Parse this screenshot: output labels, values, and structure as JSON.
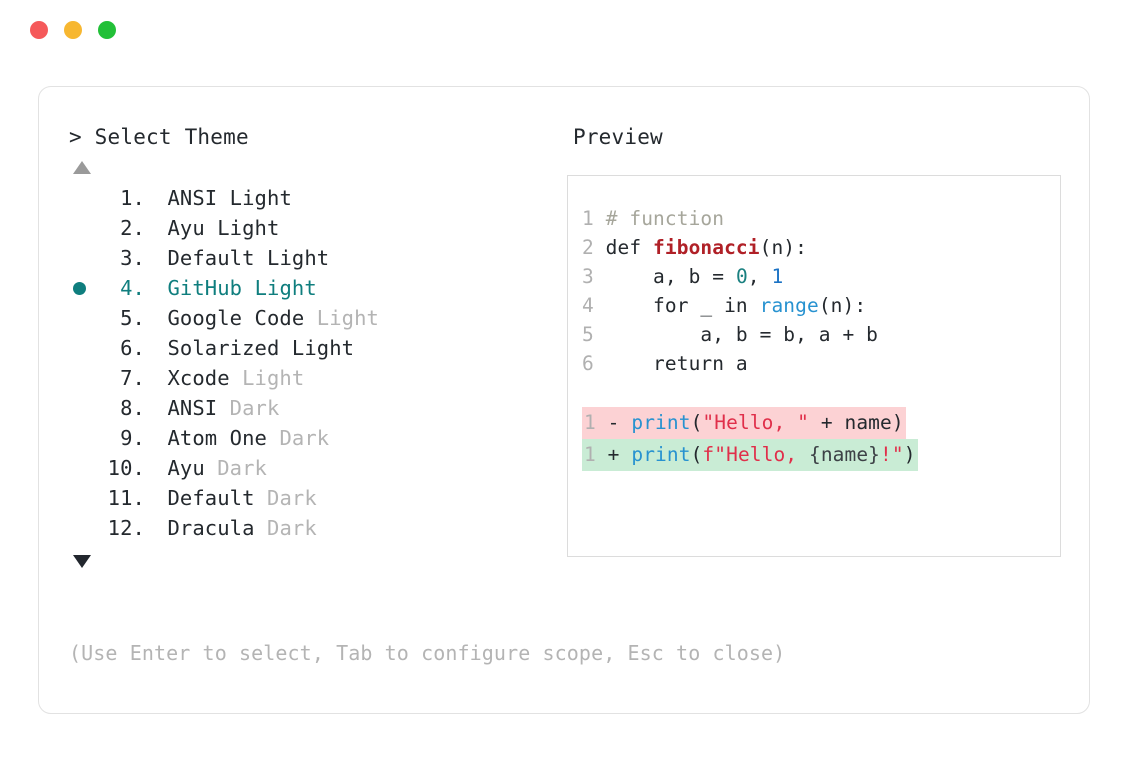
{
  "window": {
    "dots": [
      {
        "name": "close",
        "color": "#f5595a"
      },
      {
        "name": "minimize",
        "color": "#f7b731"
      },
      {
        "name": "zoom",
        "color": "#22c038"
      }
    ]
  },
  "selector": {
    "prompt": "> Select Theme",
    "scroll_up_icon": "triangle-up",
    "scroll_down_icon": "triangle-down",
    "selected_index": 4,
    "accent_color": "#0f7e7e",
    "items": [
      {
        "num": "1.",
        "name": "ANSI",
        "suffix": "Light",
        "suffix_dim": false,
        "selected": false
      },
      {
        "num": "2.",
        "name": "Ayu",
        "suffix": "Light",
        "suffix_dim": false,
        "selected": false
      },
      {
        "num": "3.",
        "name": "Default",
        "suffix": "Light",
        "suffix_dim": false,
        "selected": false
      },
      {
        "num": "4.",
        "name": "GitHub",
        "suffix": "Light",
        "suffix_dim": false,
        "selected": true
      },
      {
        "num": "5.",
        "name": "Google Code",
        "suffix": "Light",
        "suffix_dim": true,
        "selected": false
      },
      {
        "num": "6.",
        "name": "Solarized",
        "suffix": "Light",
        "suffix_dim": false,
        "selected": false
      },
      {
        "num": "7.",
        "name": "Xcode",
        "suffix": "Light",
        "suffix_dim": true,
        "selected": false
      },
      {
        "num": "8.",
        "name": "ANSI",
        "suffix": "Dark",
        "suffix_dim": true,
        "selected": false
      },
      {
        "num": "9.",
        "name": "Atom One",
        "suffix": "Dark",
        "suffix_dim": true,
        "selected": false
      },
      {
        "num": "10.",
        "name": "Ayu",
        "suffix": "Dark",
        "suffix_dim": true,
        "selected": false
      },
      {
        "num": "11.",
        "name": "Default",
        "suffix": "Dark",
        "suffix_dim": true,
        "selected": false
      },
      {
        "num": "12.",
        "name": "Dracula",
        "suffix": "Dark",
        "suffix_dim": true,
        "selected": false
      }
    ]
  },
  "preview": {
    "label": "Preview",
    "code_lines": [
      {
        "ln": "1",
        "text": "# function"
      },
      {
        "ln": "2",
        "text": "def fibonacci(n):"
      },
      {
        "ln": "3",
        "text": "    a, b = 0, 1"
      },
      {
        "ln": "4",
        "text": "    for _ in range(n):"
      },
      {
        "ln": "5",
        "text": "        a, b = b, a + b"
      },
      {
        "ln": "6",
        "text": "    return a"
      }
    ],
    "diff": [
      {
        "ln": "1",
        "marker": "-",
        "text": "print(\"Hello, \" + name)",
        "kind": "removed",
        "bg": "#fcd2d4"
      },
      {
        "ln": "1",
        "marker": "+",
        "text": "print(f\"Hello, {name}!\")",
        "kind": "added",
        "bg": "#c9ecd5"
      }
    ]
  },
  "footer": {
    "hint": "(Use Enter to select, Tab to configure scope, Esc to close)"
  }
}
